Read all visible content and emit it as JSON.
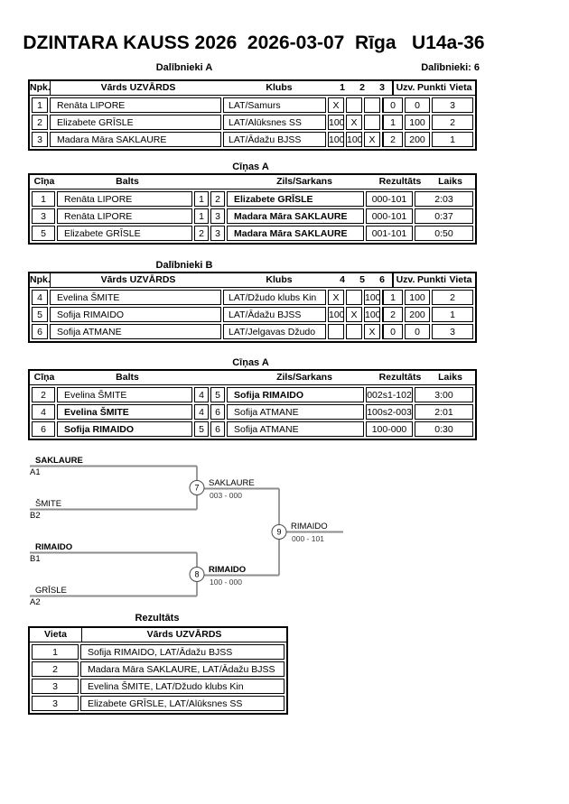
{
  "page": {
    "title": "DZINTARA KAUSS 2026  2026-03-07  Rīga   U14a-36",
    "participants_count": "Dalībnieki: 6"
  },
  "group_a": {
    "title": "Dalībnieki A",
    "headers": {
      "npk": "Npk.",
      "name": "Vārds UZVĀRDS",
      "club": "Klubs",
      "c1": "1",
      "c2": "2",
      "c3": "3",
      "wins": "Uzv.",
      "points": "Punkti",
      "place": "Vieta"
    },
    "rows": [
      {
        "npk": "1",
        "name": "Renāta LIPORE",
        "club": "LAT/Samurs",
        "c1": "X",
        "c2": "",
        "c3": "",
        "wins": "0",
        "points": "0",
        "place": "3"
      },
      {
        "npk": "2",
        "name": "Elizabete GRĪSLE",
        "club": "LAT/Alūksnes SS",
        "c1": "100",
        "c2": "X",
        "c3": "",
        "wins": "1",
        "points": "100",
        "place": "2"
      },
      {
        "npk": "3",
        "name": "Madara Māra SAKLAURE",
        "club": "LAT/Ādažu BJSS",
        "c1": "100",
        "c2": "100",
        "c3": "X",
        "wins": "2",
        "points": "200",
        "place": "1"
      }
    ]
  },
  "fights_a": {
    "title": "Cīņas A",
    "headers": {
      "fight": "Cīņa",
      "white": "Balts",
      "blue": "Zils/Sarkans",
      "result": "Rezultāts",
      "time": "Laiks"
    },
    "rows": [
      {
        "fight": "1",
        "white": "Renāta LIPORE",
        "wn": "1",
        "bn": "2",
        "blue": "Elizabete GRĪSLE",
        "result": "000-101",
        "time": "2:03",
        "winner": "blue"
      },
      {
        "fight": "3",
        "white": "Renāta LIPORE",
        "wn": "1",
        "bn": "3",
        "blue": "Madara Māra SAKLAURE",
        "result": "000-101",
        "time": "0:37",
        "winner": "blue"
      },
      {
        "fight": "5",
        "white": "Elizabete GRĪSLE",
        "wn": "2",
        "bn": "3",
        "blue": "Madara Māra SAKLAURE",
        "result": "001-101",
        "time": "0:50",
        "winner": "blue"
      }
    ]
  },
  "group_b": {
    "title": "Dalībnieki B",
    "headers": {
      "npk": "Npk.",
      "name": "Vārds UZVĀRDS",
      "club": "Klubs",
      "c1": "4",
      "c2": "5",
      "c3": "6",
      "wins": "Uzv.",
      "points": "Punkti",
      "place": "Vieta"
    },
    "rows": [
      {
        "npk": "4",
        "name": "Evelina ŠMITE",
        "club": "LAT/Džudo klubs Kin",
        "c1": "X",
        "c2": "",
        "c3": "100",
        "wins": "1",
        "points": "100",
        "place": "2"
      },
      {
        "npk": "5",
        "name": "Sofija RIMAIDO",
        "club": "LAT/Ādažu BJSS",
        "c1": "100",
        "c2": "X",
        "c3": "100",
        "wins": "2",
        "points": "200",
        "place": "1"
      },
      {
        "npk": "6",
        "name": "Sofija ATMANE",
        "club": "LAT/Jelgavas Džudo",
        "c1": "",
        "c2": "",
        "c3": "X",
        "wins": "0",
        "points": "0",
        "place": "3"
      }
    ]
  },
  "fights_b": {
    "title": "Cīņas A",
    "headers": {
      "fight": "Cīņa",
      "white": "Balts",
      "blue": "Zils/Sarkans",
      "result": "Rezultāts",
      "time": "Laiks"
    },
    "rows": [
      {
        "fight": "2",
        "white": "Evelina ŠMITE",
        "wn": "4",
        "bn": "5",
        "blue": "Sofija RIMAIDO",
        "result": "002s1-102",
        "time": "3:00",
        "winner": "blue"
      },
      {
        "fight": "4",
        "white": "Evelina ŠMITE",
        "wn": "4",
        "bn": "6",
        "blue": "Sofija ATMANE",
        "result": "100s2-003",
        "time": "2:01",
        "winner": "white"
      },
      {
        "fight": "6",
        "white": "Sofija RIMAIDO",
        "wn": "5",
        "bn": "6",
        "blue": "Sofija ATMANE",
        "result": "100-000",
        "time": "0:30",
        "winner": "white"
      }
    ]
  },
  "bracket": {
    "entries": [
      {
        "name": "SAKLAURE",
        "seed": "A1",
        "bold": true
      },
      {
        "name": "ŠMITE",
        "seed": "B2",
        "bold": false
      },
      {
        "name": "RIMAIDO",
        "seed": "B1",
        "bold": true
      },
      {
        "name": "GRĪSLE",
        "seed": "A2",
        "bold": false
      }
    ],
    "semi1": {
      "number": "7",
      "winner": "SAKLAURE",
      "score": "003 - 000",
      "bold": false
    },
    "semi2": {
      "number": "8",
      "winner": "RIMAIDO",
      "score": "100 - 000",
      "bold": true
    },
    "final": {
      "number": "9",
      "winner": "RIMAIDO",
      "score": "000 - 101",
      "bold": false
    }
  },
  "results": {
    "title": "Rezultāts",
    "headers": {
      "place": "Vieta",
      "name": "Vārds UZVĀRDS"
    },
    "rows": [
      {
        "place": "1",
        "name": "Sofija RIMAIDO, LAT/Ādažu BJSS"
      },
      {
        "place": "2",
        "name": "Madara Māra SAKLAURE, LAT/Ādažu BJSS"
      },
      {
        "place": "3",
        "name": "Evelina ŠMITE, LAT/Džudo klubs Kin"
      },
      {
        "place": "3",
        "name": "Elizabete GRĪSLE, LAT/Alūksnes SS"
      }
    ]
  }
}
